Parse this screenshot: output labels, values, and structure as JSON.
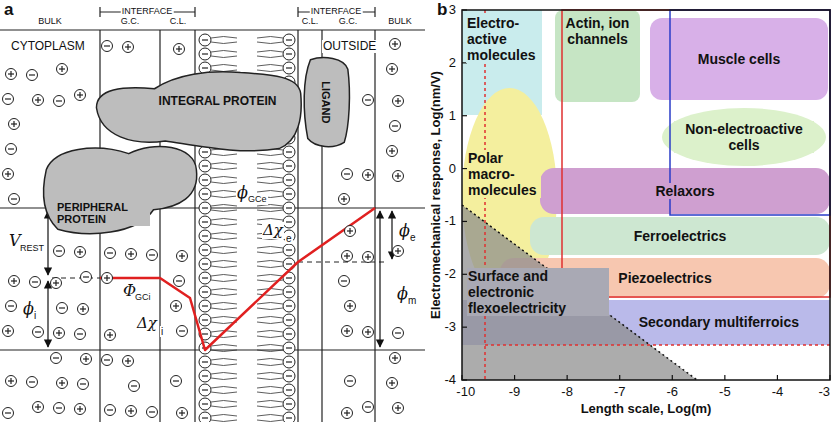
{
  "diagram": {
    "nodes": [
      {
        "text": [
          "INTEGRAL PROTEIN"
        ]
      },
      {
        "text": [
          "LIGAND"
        ]
      },
      {
        "text": [
          "PERIPHERAL PROTEIN"
        ]
      },
      {
        "text": [
          "Electro- active molecules"
        ]
      },
      {
        "text": [
          "Actin, ion channels"
        ]
      },
      {
        "text": [
          "Muscle cells"
        ]
      },
      {
        "text": [
          "Non-electroactive cells"
        ]
      },
      {
        "text": [
          "Polar macro- molecules"
        ]
      },
      {
        "text": [
          "Relaxors"
        ]
      },
      {
        "text": [
          "Ferroelectrics"
        ]
      },
      {
        "text": [
          "Piezoelectrics"
        ]
      },
      {
        "text": [
          "Secondary multiferroics"
        ]
      },
      {
        "text": [
          "Surface and electronic flexoelectricity"
        ]
      }
    ],
    "labels": [
      "a",
      "b",
      "INTERFACE",
      "INTERFACE",
      "BULK",
      "G.C.",
      "C.L.",
      "C.L.",
      "G.C.",
      "BULK",
      "CYTOPLASM",
      "OUTSIDE",
      "V",
      "REST",
      "ϕ",
      "i",
      "Φ",
      "GCi",
      "Δχ",
      "i",
      "ϕ",
      "GCe",
      "Δχ",
      "e",
      "ϕ",
      "e",
      "ϕ",
      "m",
      "Electromechanical response, Log(nm/V)",
      "Length scale, Log(m)",
      "3",
      "2",
      "1",
      "0",
      "-1",
      "-2",
      "-3",
      "-4",
      "-10",
      "-9",
      "-8",
      "-7",
      "-6",
      "-5",
      "-4",
      "-3"
    ]
  }
}
